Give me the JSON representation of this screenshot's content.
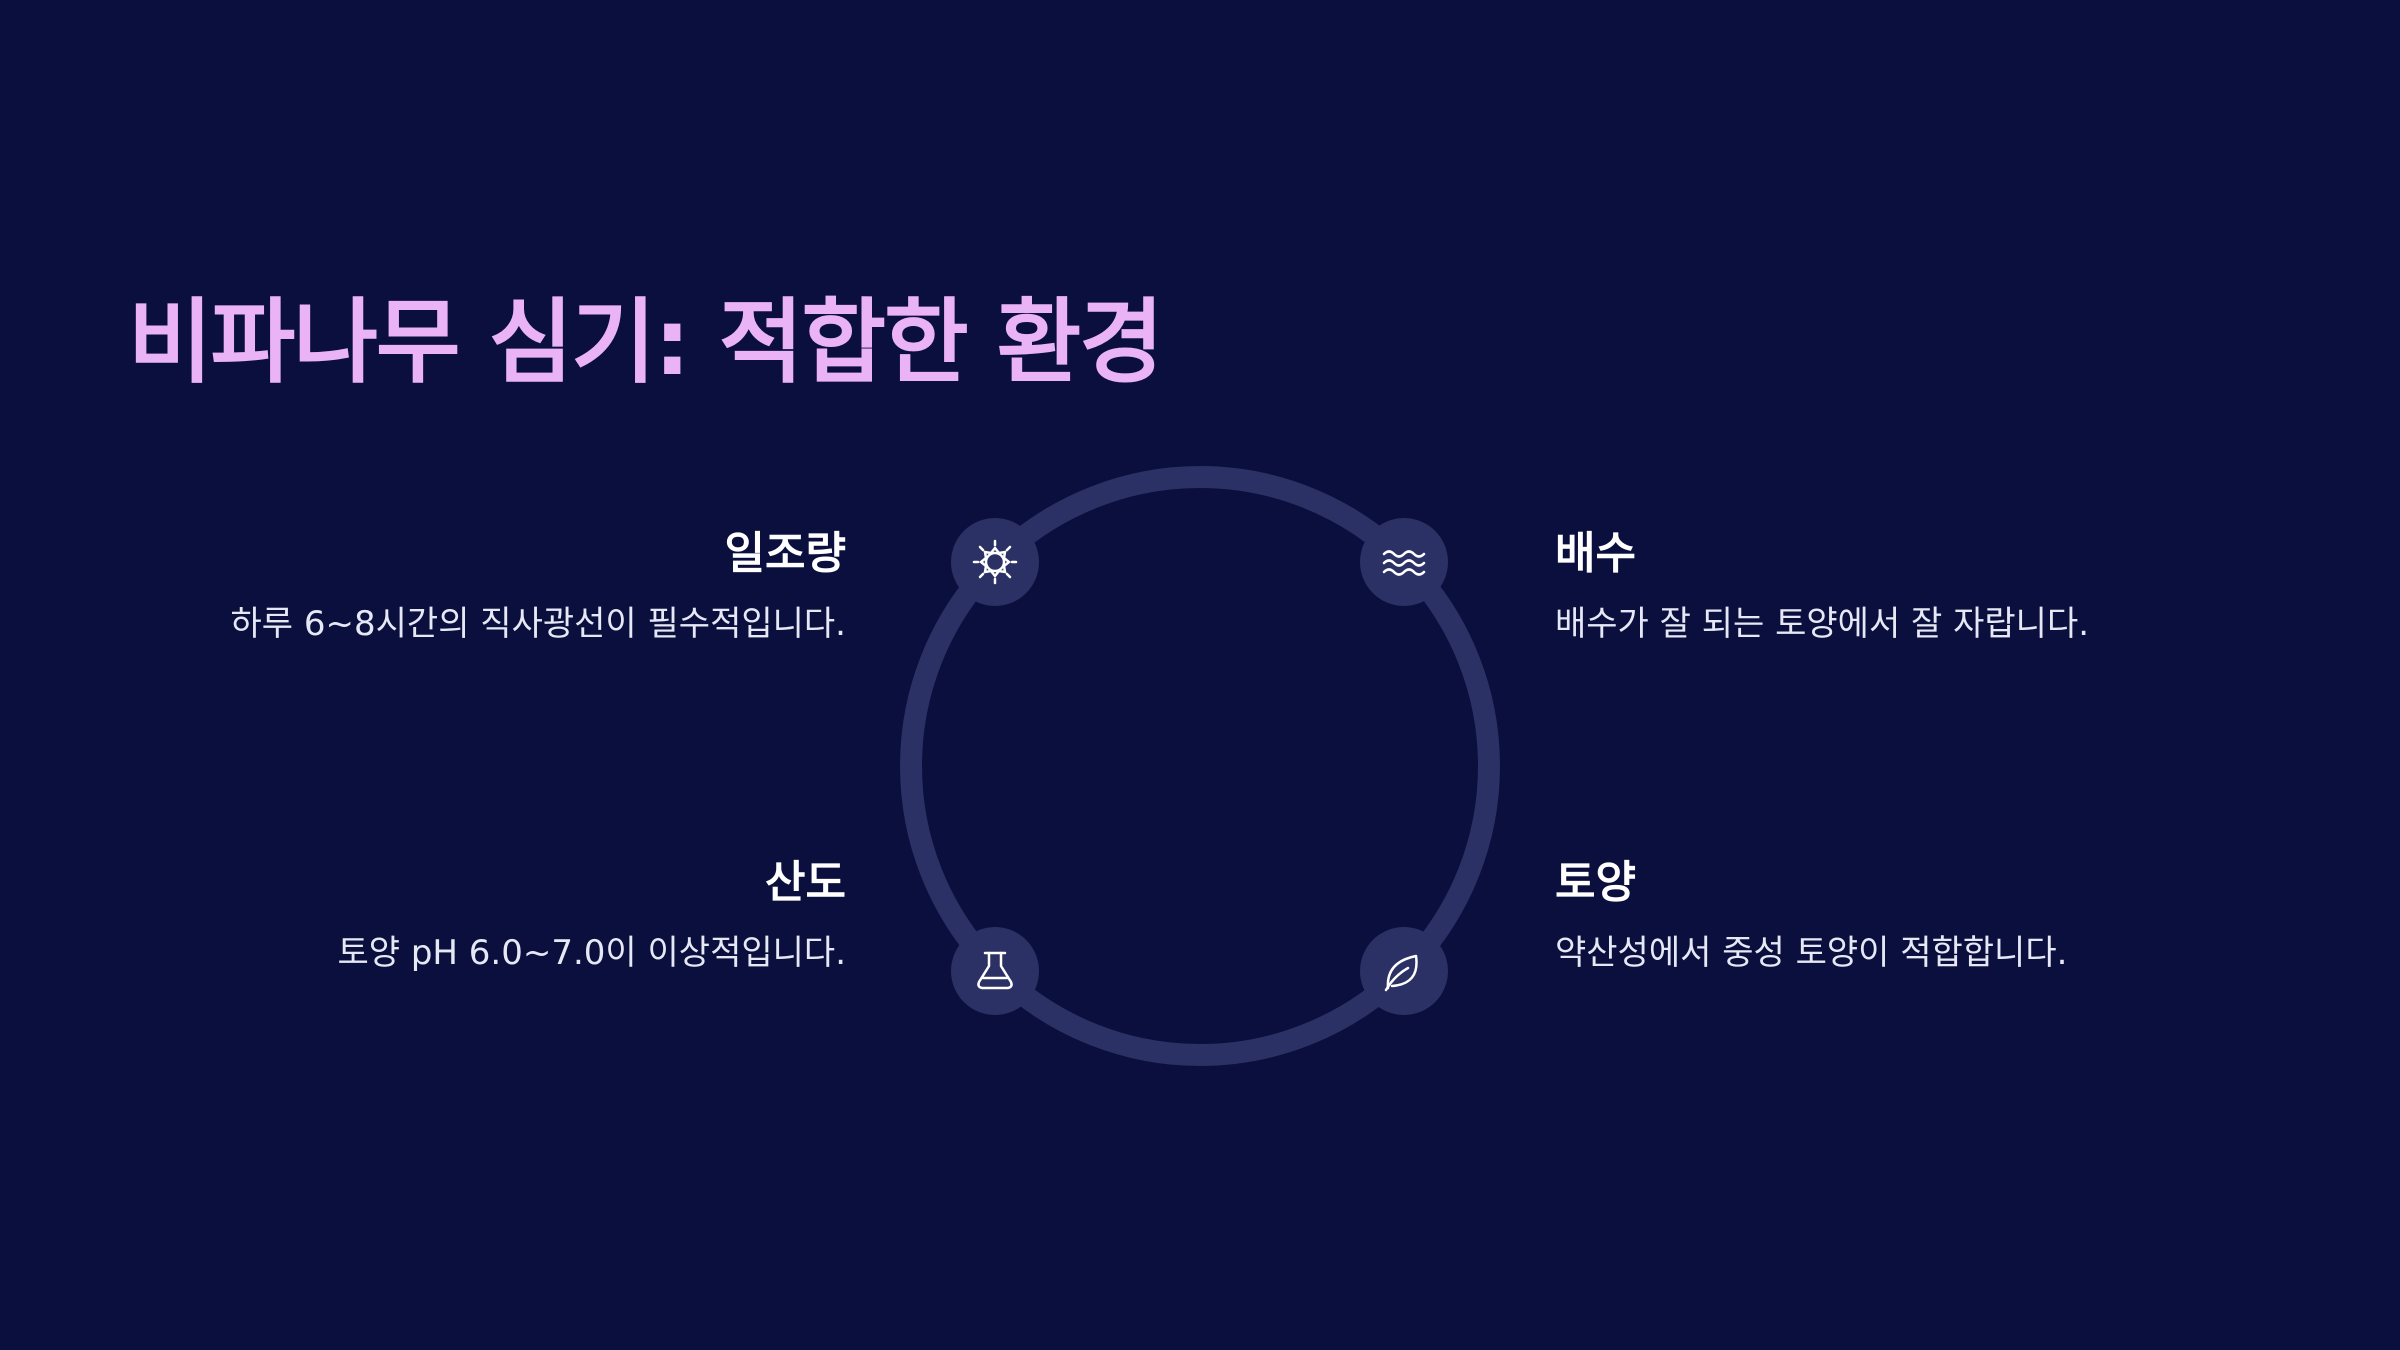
{
  "slide": {
    "title": "비파나무 심기: 적합한 환경",
    "colors": {
      "background": "#0a0f3d",
      "title": "#e9b3f5",
      "ring": "#2b3165",
      "icon_circle": "#2b3165",
      "text": "#ffffff"
    }
  },
  "items": {
    "sun": {
      "title": "일조량",
      "description": "하루 6~8시간의 직사광선이 필수적입니다.",
      "icon": "sun-icon"
    },
    "drain": {
      "title": "배수",
      "description": "배수가 잘 되는 토양에서 잘 자랍니다.",
      "icon": "waves-icon"
    },
    "ph": {
      "title": "산도",
      "description": "토양 pH 6.0~7.0이 이상적입니다.",
      "icon": "flask-icon"
    },
    "soil": {
      "title": "토양",
      "description": "약산성에서 중성 토양이 적합합니다.",
      "icon": "leaf-icon"
    }
  }
}
